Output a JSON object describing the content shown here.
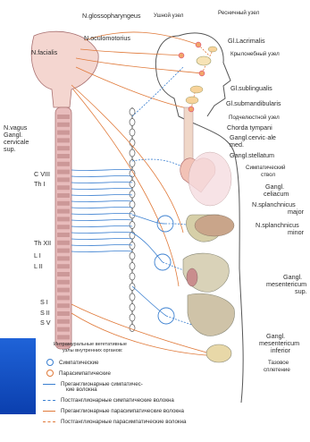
{
  "labels": {
    "n_glossopharyngeus": "N.glossopharyngeus",
    "ushnoy_uzel": "Ушной узел",
    "resnichny_uzel": "Ресничный узел",
    "n_oculomotorius": "N.oculomotorius",
    "gl_lacrimalis": "Gl.Lacrimalis",
    "n_facialis": "N.facialis",
    "krylonebny_uzel": "Крылонебный узел",
    "gl_sublingualis": "Gl.sublingualis",
    "gl_submandibularis": "Gl.submandibularis",
    "podchelyustnoy_uzel": "Подчелюстной узел",
    "chorda_tympani": "Chorda tympani",
    "gangl_cervicale_med_1": "Gangl.cervic·ale",
    "gangl_cervicale_med_2": "med.",
    "n_vagus": "N.vagus",
    "gangl": "Gangl.",
    "cervicale": "cervicale",
    "sup": "sup.",
    "gangl_stellatum": "Gangl.stellatum",
    "simpatichesky_stvol_1": "Симпатический",
    "simpatichesky_stvol_2": "ствол",
    "c_viii": "C VIII",
    "th_i": "Th I",
    "gangl_celiacum_1": "Gangl.",
    "gangl_celiacum_2": "celiacum",
    "n_splanchnicus_major_1": "N.splanchnicus",
    "n_splanchnicus_major_2": "major",
    "n_splanchnicus_minor_1": "N.splanchnicus",
    "n_splanchnicus_minor_2": "minor",
    "th_xii": "Th XII",
    "l_i": "L I",
    "l_ii": "L II",
    "s_i": "S I",
    "s_ii": "S II",
    "s_v": "S V",
    "gangl_mesentericum_sup_1": "Gangl.",
    "gangl_mesentericum_sup_2": "mesentericum",
    "gangl_mesentericum_sup_3": "sup.",
    "gangl_mesentericum_inf_1": "Gangl.",
    "gangl_mesentericum_inf_2": "mesentericum",
    "gangl_mesentericum_inf_3": "inferior",
    "tazovoe_spletenie_1": "Тазовое",
    "tazovoe_spletenie_2": "сплетение"
  },
  "legend": {
    "title_1": "Интрамуральные вегетативные",
    "title_2": "узлы внутренних органов:",
    "items": [
      {
        "marker": "circle",
        "color": "#3a7fd0",
        "text": "Симпатические"
      },
      {
        "marker": "circle",
        "color": "#e07a3a",
        "text": "Парасимпатические"
      },
      {
        "marker": "line",
        "color": "#3a7fd0",
        "text": "Преганглионарные симпатичес-",
        "text2": "кие волокна"
      },
      {
        "marker": "dash",
        "color": "#3a7fd0",
        "text": "Постганглионарные  симпатические волокна"
      },
      {
        "marker": "line",
        "color": "#e07a3a",
        "text": "Преганглионарные парасимпатические волокна"
      },
      {
        "marker": "dash",
        "color": "#e07a3a",
        "text": "Постганглионарные  парасимпатические волокна"
      }
    ]
  },
  "colors": {
    "sympathetic": "#3a7fd0",
    "parasympathetic": "#e07a3a",
    "outline": "#555555",
    "cord": "#c98d8d",
    "tab": "#1f63d8"
  }
}
